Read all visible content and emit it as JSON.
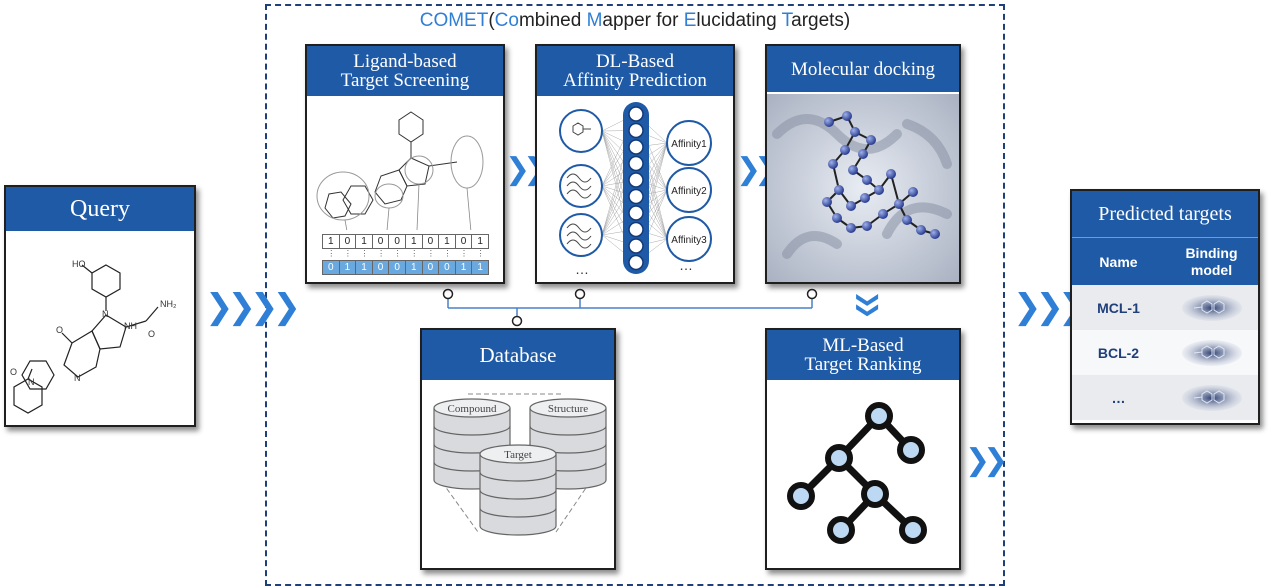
{
  "title": {
    "parts": [
      {
        "t": "COMET",
        "hl": true
      },
      {
        "t": "(",
        "hl": false
      },
      {
        "t": "Co",
        "hl": true
      },
      {
        "t": "mbined ",
        "hl": false
      },
      {
        "t": "M",
        "hl": true
      },
      {
        "t": "apper for ",
        "hl": false
      },
      {
        "t": "E",
        "hl": true
      },
      {
        "t": "lucidating ",
        "hl": false
      },
      {
        "t": "T",
        "hl": true
      },
      {
        "t": "argets)",
        "hl": false
      }
    ]
  },
  "query": {
    "label": "Query",
    "atoms": {
      "oh": "HO",
      "n1": "N",
      "nh": "NH",
      "nh2": "NH₂",
      "o1": "O",
      "o2": "O",
      "n2": "N",
      "n3": "N",
      "o3": "O"
    }
  },
  "ligand": {
    "label": "Ligand-based\nTarget Screening",
    "bits_top": [
      "1",
      "0",
      "1",
      "0",
      "0",
      "1",
      "0",
      "1",
      "0",
      "1"
    ],
    "bits_bottom": [
      "0",
      "1",
      "1",
      "0",
      "0",
      "1",
      "0",
      "0",
      "1",
      "1"
    ]
  },
  "dl": {
    "label": "DL-Based\nAffinity Prediction",
    "outputs": [
      "Affinity1",
      "Affinity2",
      "Affinity3"
    ],
    "ellipsis_left": "…",
    "ellipsis_right": "…"
  },
  "docking": {
    "label": "Molecular docking"
  },
  "database": {
    "label": "Database",
    "stores": [
      "Compound",
      "Structure",
      "Target"
    ]
  },
  "ranking": {
    "label": "ML-Based\nTarget Ranking"
  },
  "predicted": {
    "label": "Predicted targets",
    "col_name": "Name",
    "col_model": "Binding\nmodel",
    "rows": [
      "MCL-1",
      "BCL-2",
      "…"
    ]
  },
  "colors": {
    "header": "#1f5aa6",
    "accent": "#2f7fd6",
    "frame": "#1f3f7a"
  },
  "icons": {
    "arrow": "double-chevron-right",
    "down": "double-chevron-down"
  }
}
